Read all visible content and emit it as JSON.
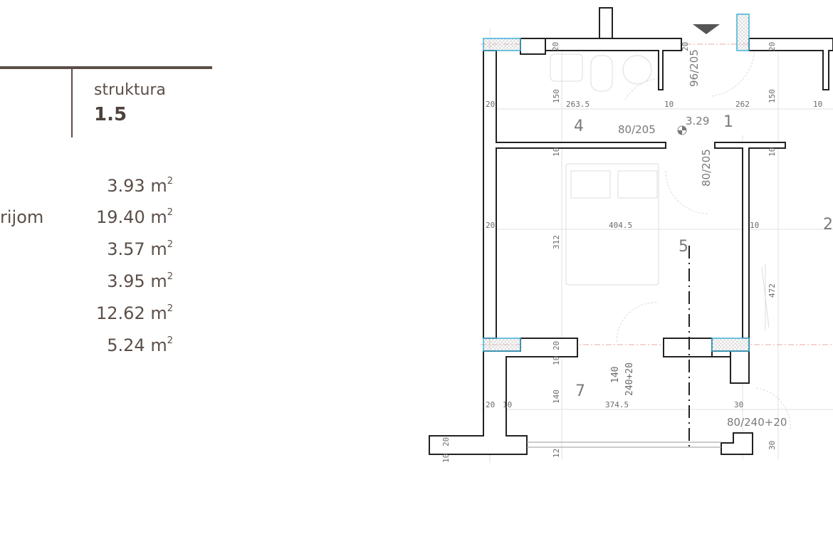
{
  "info": {
    "structure_label": "struktura",
    "structure_value": "1.5"
  },
  "areas": [
    {
      "label": "",
      "value": "3.93 m",
      "unit_sup": "2"
    },
    {
      "label": "rijom",
      "value": "19.40 m",
      "unit_sup": "2"
    },
    {
      "label": "",
      "value": "3.57 m",
      "unit_sup": "2"
    },
    {
      "label": "",
      "value": "3.95 m",
      "unit_sup": "2"
    },
    {
      "label": "",
      "value": "12.62 m",
      "unit_sup": "2"
    },
    {
      "label": "",
      "value": "5.24 m",
      "unit_sup": "2"
    }
  ],
  "plan": {
    "rooms": [
      "4",
      "1",
      "2",
      "5",
      "7"
    ],
    "doors": [
      "96/205",
      "80/205",
      "80/205",
      "240+20",
      "80/240+20"
    ],
    "level": "3.29",
    "dims": [
      "20",
      "20",
      "20",
      "150",
      "263.5",
      "10",
      "262",
      "150",
      "10",
      "20",
      "10",
      "10",
      "20",
      "404.5",
      "10",
      "312",
      "472",
      "20",
      "10",
      "140",
      "140",
      "374.5",
      "20",
      "10",
      "30",
      "20",
      "10",
      "12",
      "30"
    ],
    "colors": {
      "wall": "#222222",
      "insulation": "#3fb0d8",
      "text": "#5b4f48"
    }
  }
}
